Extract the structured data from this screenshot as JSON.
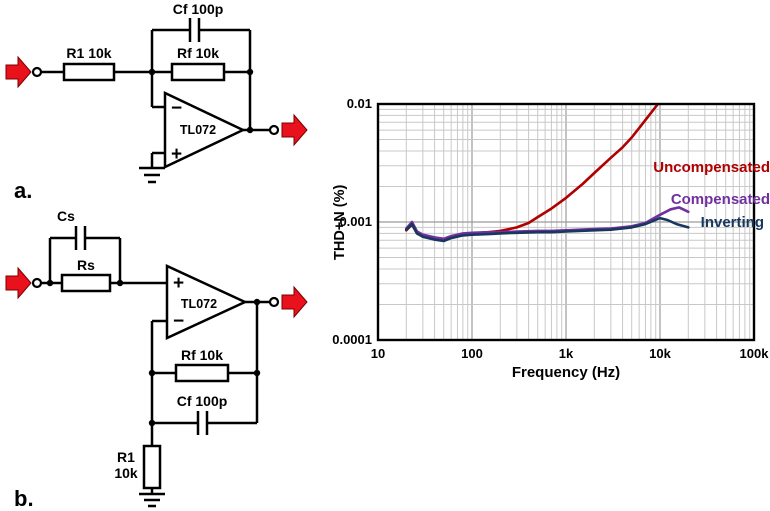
{
  "figure": {
    "io_arrow_color": "#e8111c",
    "wire_color": "#000000"
  },
  "panel_a": {
    "label": "a.",
    "cf_label": "Cf 100p",
    "r1_label": "R1 10k",
    "rf_label": "Rf 10k",
    "opamp": "TL072",
    "inverting_input": "−",
    "noninverting_input": "+"
  },
  "panel_b": {
    "label": "b.",
    "cs_label": "Cs",
    "rs_label": "Rs",
    "opamp": "TL072",
    "noninverting_input": "+",
    "inverting_input": "−",
    "rf_label": "Rf 10k",
    "cf_label": "Cf 100p",
    "r1_label_1": "R1",
    "r1_label_2": "10k"
  },
  "chart": {
    "ylabel": "THD+N (%)",
    "xlabel": "Frequency (Hz)",
    "annotations": {
      "uncompensated": "Uncompensated",
      "compensated": "Compensated",
      "inverting": "Inverting"
    },
    "colors": {
      "uncompensated": "#b00000",
      "compensated": "#7030a0",
      "inverting": "#17375e",
      "grid_minor": "#c8c8c8",
      "grid_major": "#9b9b9b",
      "frame": "#000000"
    }
  },
  "chart_data": {
    "type": "line",
    "title": "",
    "xlabel": "Frequency (Hz)",
    "ylabel": "THD+N (%)",
    "x_scale": "log",
    "y_scale": "log",
    "xlim": [
      10,
      100000
    ],
    "ylim": [
      0.0001,
      0.01
    ],
    "grid": true,
    "x_tick_values": [
      10,
      100,
      1000,
      10000,
      100000
    ],
    "x_tick_labels": [
      "10",
      "100",
      "1k",
      "10k",
      "100k"
    ],
    "y_tick_values": [
      0.01,
      0.001,
      0.0001
    ],
    "y_tick_labels": [
      "0.01",
      "0.001",
      "0.0001"
    ],
    "series": [
      {
        "name": "Uncompensated",
        "color": "#b00000",
        "x": [
          20,
          23,
          26,
          30,
          40,
          50,
          60,
          80,
          100,
          150,
          200,
          300,
          400,
          500,
          700,
          1000,
          1500,
          2000,
          3000,
          4000,
          5000,
          7000,
          9500
        ],
        "y": [
          0.00085,
          0.00095,
          0.0008,
          0.00076,
          0.00072,
          0.0007,
          0.00074,
          0.00078,
          0.0008,
          0.00082,
          0.00084,
          0.0009,
          0.00098,
          0.0011,
          0.0013,
          0.0016,
          0.0021,
          0.0026,
          0.0035,
          0.0043,
          0.0052,
          0.0073,
          0.01
        ]
      },
      {
        "name": "Compensated",
        "color": "#7030a0",
        "x": [
          20,
          23,
          26,
          30,
          40,
          50,
          60,
          80,
          100,
          150,
          200,
          300,
          500,
          700,
          1000,
          2000,
          3000,
          5000,
          7000,
          10000,
          13000,
          16000,
          20000
        ],
        "y": [
          0.00088,
          0.001,
          0.00083,
          0.00078,
          0.00074,
          0.00072,
          0.00076,
          0.0008,
          0.00081,
          0.00082,
          0.00082,
          0.00083,
          0.00084,
          0.00084,
          0.00085,
          0.00087,
          0.00088,
          0.00092,
          0.00098,
          0.00115,
          0.00128,
          0.00133,
          0.00122
        ]
      },
      {
        "name": "Inverting",
        "color": "#17375e",
        "x": [
          20,
          23,
          26,
          30,
          40,
          50,
          60,
          80,
          100,
          150,
          200,
          300,
          500,
          700,
          1000,
          2000,
          3000,
          5000,
          7000,
          10000,
          12000,
          15000,
          20000
        ],
        "y": [
          0.00086,
          0.00096,
          0.0008,
          0.00075,
          0.00071,
          0.00069,
          0.00073,
          0.00077,
          0.00078,
          0.00079,
          0.0008,
          0.00081,
          0.00082,
          0.00082,
          0.00083,
          0.00085,
          0.00086,
          0.0009,
          0.00096,
          0.00108,
          0.00104,
          0.00096,
          0.0009
        ]
      }
    ]
  }
}
